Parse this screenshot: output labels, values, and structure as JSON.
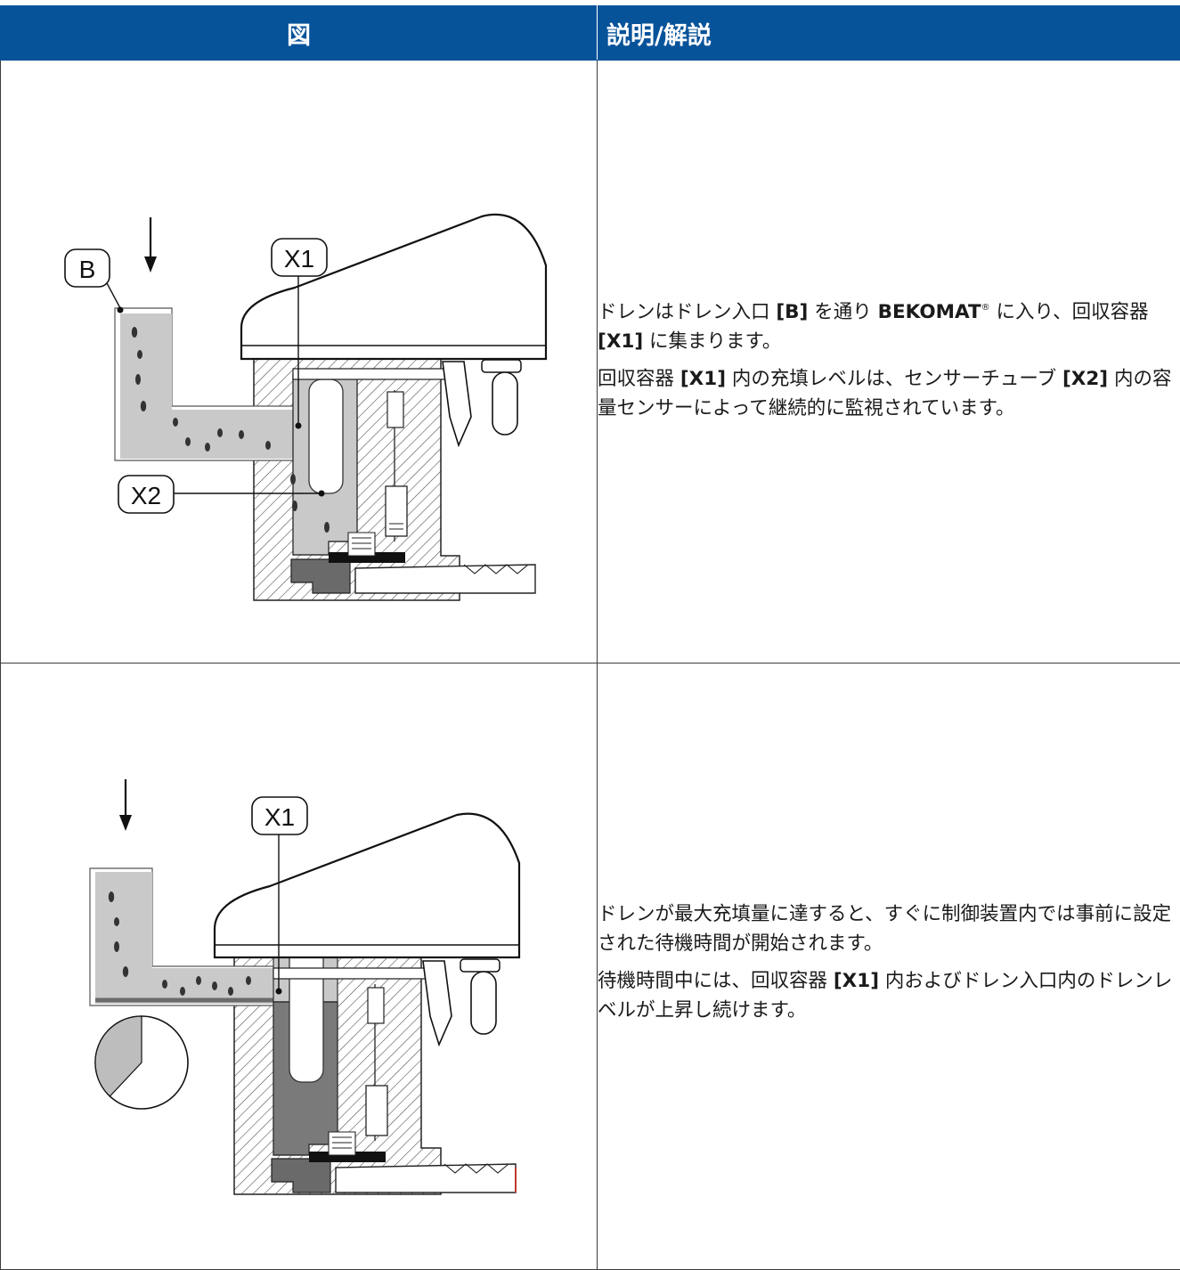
{
  "header": {
    "figure": "図",
    "description": "説明/解説"
  },
  "rows": [
    {
      "labels": {
        "b": "B",
        "x1": "X1",
        "x2": "X2"
      },
      "p1": {
        "t1": "ドレンはドレン入口 ",
        "k1": "[B]",
        "t2": " を通り ",
        "k2": "BEKOMAT",
        "reg": "®",
        "t3": " に入り、回収容器 ",
        "k3": "[X1]",
        "t4": " に集まります。"
      },
      "p2": {
        "t1": "回収容器 ",
        "k1": "[X1]",
        "t2": " 内の充填レベルは、センサーチューブ ",
        "k2": "[X2]",
        "t3": " 内の容量センサーによって継続的に監視されています。"
      }
    },
    {
      "labels": {
        "x1": "X1"
      },
      "timer_fraction": 0.38,
      "p1": {
        "t1": "ドレンが最大充填量に達すると、すぐに制御装置内では事前に設定された待機時間が開始されます。"
      },
      "p2": {
        "t1": "待機時間中には、回収容器 ",
        "k1": "[X1]",
        "t2": " 内およびドレン入口内のドレンレベルが上昇し続けます。"
      }
    }
  ]
}
